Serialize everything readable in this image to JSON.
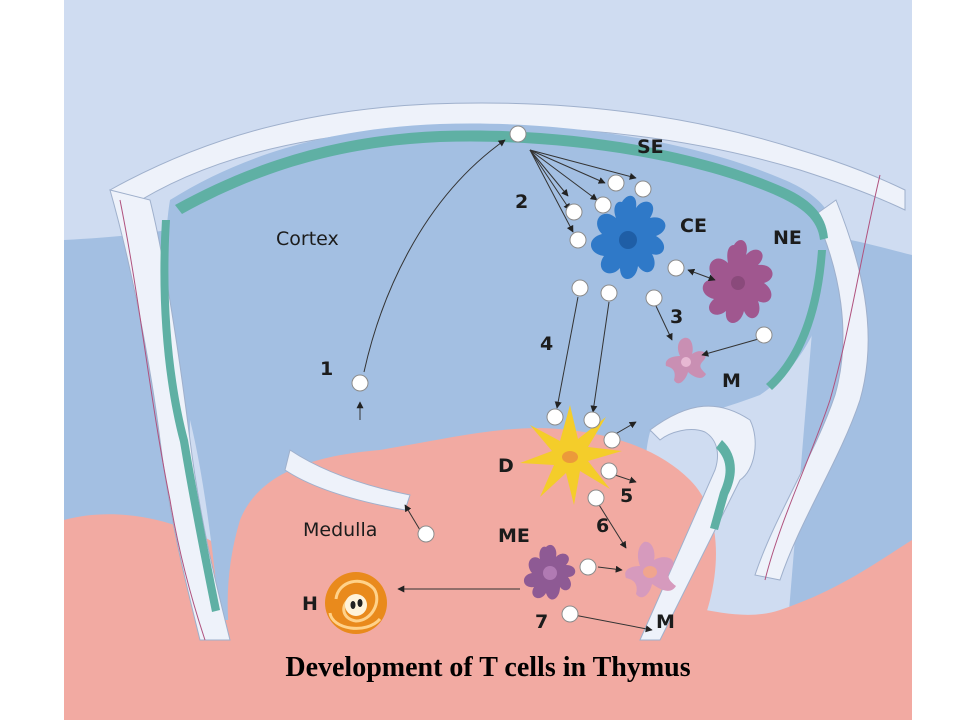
{
  "labels": {
    "cortex": "Cortex",
    "medulla": "Medulla"
  },
  "cell_labels": {
    "SE": "SE",
    "CE": "CE",
    "NE": "NE",
    "M_cortex": "M",
    "D": "D",
    "ME": "ME",
    "H": "H",
    "M_medulla": "M"
  },
  "steps": [
    "1",
    "2",
    "3",
    "4",
    "5",
    "6",
    "7"
  ],
  "caption": "Development of T cells in Thymus",
  "colors": {
    "background": "#cfdcf1",
    "cortex": "#a3bfe2",
    "medulla": "#f2aaa2",
    "septa": "#eef2fa",
    "epithelial_green": "#5fb0a4",
    "cortical_epithelial": "#2f79c8",
    "nurse_epithelial": "#a0578f",
    "macrophage": "#c98fb3",
    "dendritic": "#f4cd2a",
    "medullary_epithelial": "#8e5a94",
    "hassalls_corpuscle": "#e98a1c"
  }
}
